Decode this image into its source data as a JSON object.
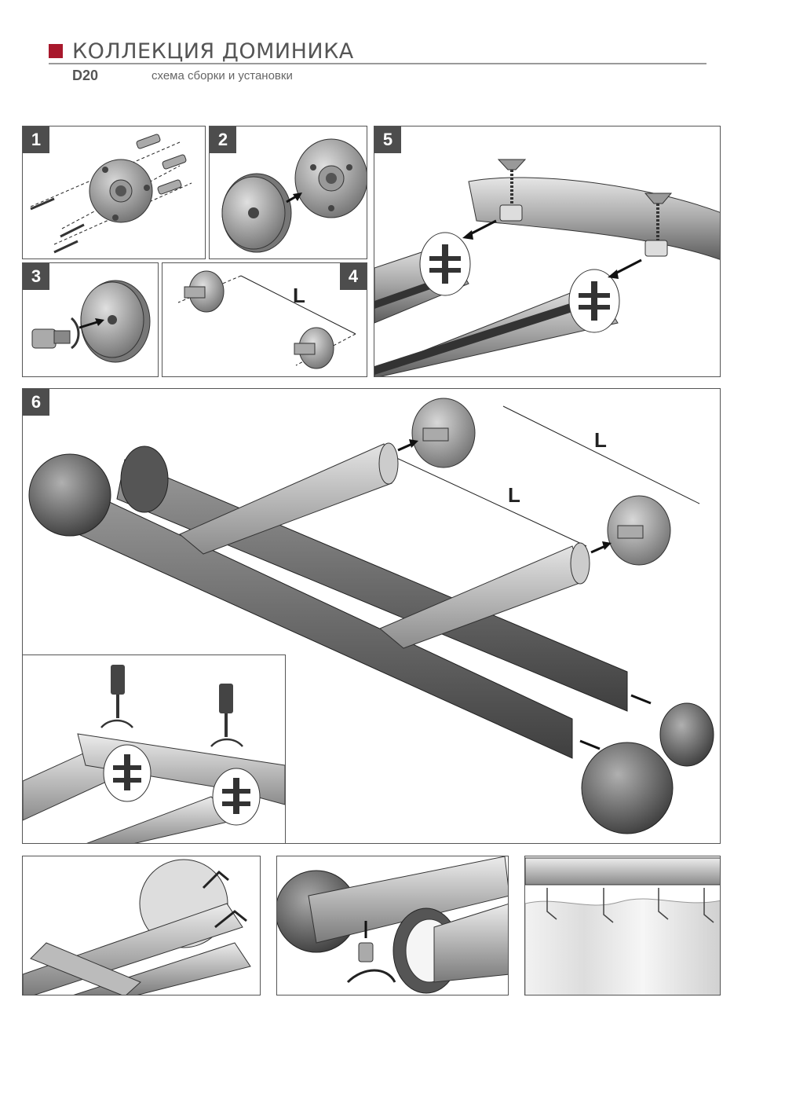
{
  "header": {
    "title": "КОЛЛЕКЦИЯ ДОМИНИКА",
    "model": "D20",
    "subtitle": "схема сборки и установки"
  },
  "steps": {
    "s1": "1",
    "s2": "2",
    "s3": "3",
    "s4": "4",
    "s5": "5",
    "s6": "6"
  },
  "dimensions": {
    "step4": "L",
    "step6_upper": "L",
    "step6_lower": "L"
  },
  "colors": {
    "accent": "#a8182c",
    "panel_border": "#555555",
    "step_badge": "#4d4d4d"
  }
}
